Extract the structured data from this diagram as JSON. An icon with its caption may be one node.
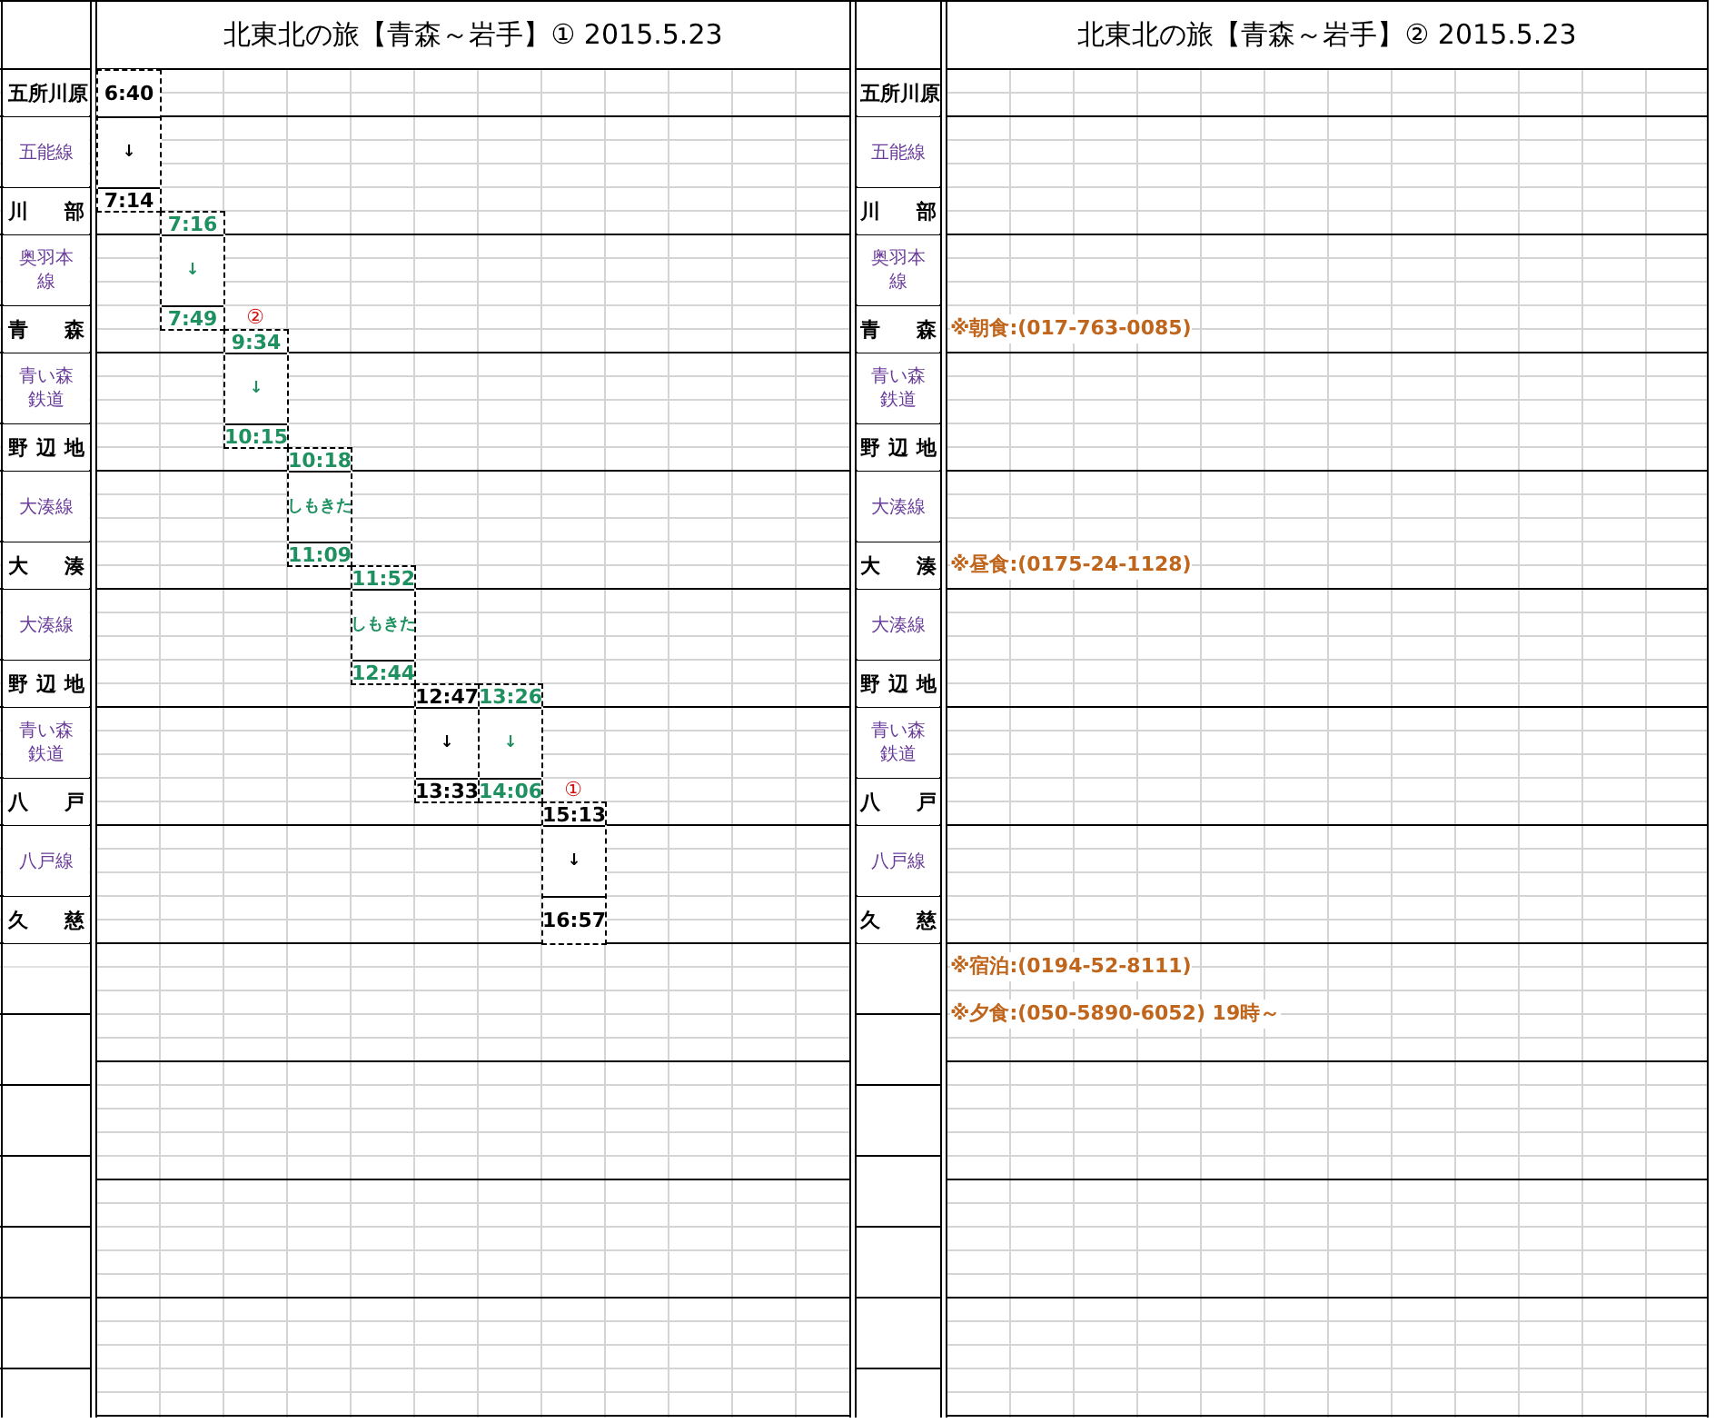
{
  "diagram": {
    "nodes": [
      {
        "text": [
          "6:40",
          "↓",
          "7:14"
        ]
      },
      {
        "text": [
          "7:16",
          "↓",
          "7:49"
        ]
      },
      {
        "text": [
          "9:34",
          "↓",
          "10:15"
        ],
        "beside": [
          "②"
        ]
      },
      {
        "text": [
          "10:18",
          "しもきた",
          "11:09"
        ]
      },
      {
        "text": [
          "11:52",
          "しもきた",
          "12:44"
        ]
      },
      {
        "text": [
          "12:47",
          "↓",
          "13:33"
        ]
      },
      {
        "text": [
          "13:26",
          "↓",
          "14:06"
        ]
      },
      {
        "text": [
          "15:13",
          "↓",
          "16:57"
        ],
        "beside": [
          "①"
        ]
      }
    ],
    "labels": [
      "北東北の旅【青森～岩手】① 2015.5.23",
      "北東北の旅【青森～岩手】② 2015.5.23",
      "五所川原",
      "五所川原",
      "五能線",
      "五能線",
      "川部",
      "川部",
      "奥羽本線",
      "奥羽本線",
      "青森",
      "青森",
      "※朝食:(017-763-0085)",
      "青い森鉄道",
      "青い森鉄道",
      "野辺地",
      "野辺地",
      "大湊線",
      "大湊線",
      "大湊",
      "大湊",
      "※昼食:(0175-24-1128)",
      "大湊線",
      "大湊線",
      "野辺地",
      "野辺地",
      "青い森鉄道",
      "青い森鉄道",
      "八戸",
      "八戸",
      "八戸線",
      "八戸線",
      "久慈",
      "久慈",
      "※宿泊:(0194-52-8111)",
      "※夕食:(050-5890-6052) 19時～"
    ]
  }
}
